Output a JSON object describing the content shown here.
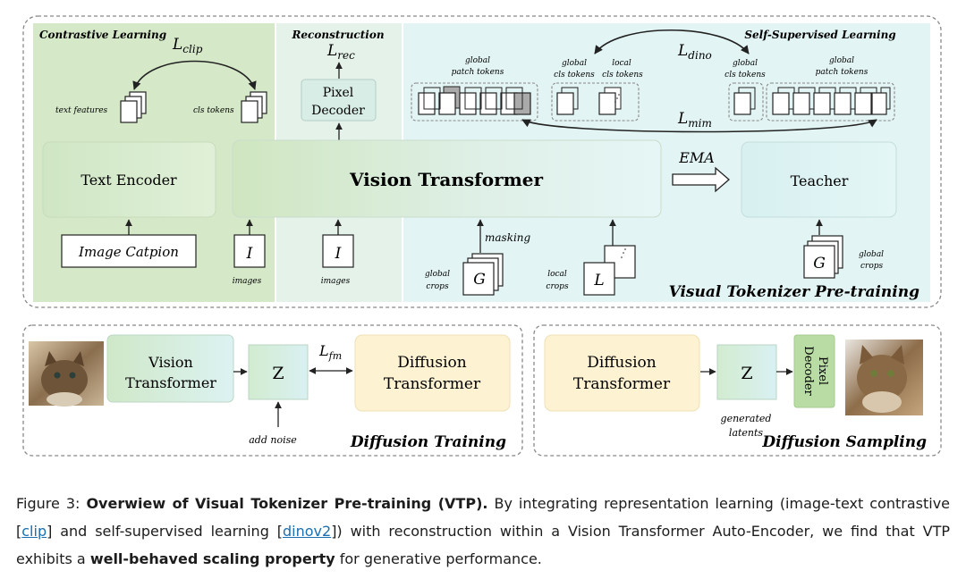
{
  "top_panel": {
    "contrastive": {
      "title": "Contrastive Learning",
      "loss_main": "L",
      "loss_sub": "clip",
      "text_features": "text features",
      "cls_tokens": "cls tokens",
      "text_encoder": "Text Encoder",
      "image_caption": "Image Catpion",
      "images_label": "images",
      "image_symbol": "I"
    },
    "reconstruction": {
      "title": "Reconstruction",
      "loss_main": "L",
      "loss_sub": "rec",
      "pixel_decoder_line1": "Pixel",
      "pixel_decoder_line2": "Decoder",
      "images_label": "images",
      "image_symbol": "I"
    },
    "ssl": {
      "title": "Self-Supervised Learning",
      "global_patch_line1": "global",
      "global_patch_line2": "patch tokens",
      "global_cls_line1": "global",
      "global_cls_line2": "cls tokens",
      "local_cls_line1": "local",
      "local_cls_line2": "cls tokens",
      "dino_main": "L",
      "dino_sub": "dino",
      "mim_main": "L",
      "mim_sub": "mim",
      "teacher_cls_line1": "global",
      "teacher_cls_line2": "cls tokens",
      "teacher_patch_line1": "global",
      "teacher_patch_line2": "patch tokens",
      "masking": "masking",
      "global_crops_line1": "global",
      "global_crops_line2": "crops",
      "local_crops_line1": "local",
      "local_crops_line2": "crops",
      "g_symbol": "G",
      "l_symbol": "L",
      "ema": "EMA",
      "teacher": "Teacher",
      "teacher_crops_line1": "global",
      "teacher_crops_line2": "crops",
      "panel_title": "Visual Tokenizer Pre-training"
    },
    "vision_transformer": "Vision Transformer"
  },
  "diffusion_training": {
    "vit_line1": "Vision",
    "vit_line2": "Transformer",
    "z": "Z",
    "lfm_main": "L",
    "lfm_sub": "fm",
    "dit_line1": "Diffusion",
    "dit_line2": "Transformer",
    "add_noise": "add noise",
    "title": "Diffusion Training"
  },
  "diffusion_sampling": {
    "dit_line1": "Diffusion",
    "dit_line2": "Transformer",
    "z": "Z",
    "generated_line1": "generated",
    "generated_line2": "latents",
    "decoder_line1": "Pixel",
    "decoder_line2": "Decoder",
    "title": "Diffusion Sampling"
  },
  "caption": {
    "prefix": "Figure 3: ",
    "bold_title": "Overwiew of Visual Tokenizer Pre-training (VTP).",
    "part1": " By integrating representation learning (image-text contrastive [",
    "link_clip": "clip",
    "part2": "] and self-supervised learning  [",
    "link_dino": "dinov2",
    "part3": "]) with reconstruction within a Vision Transformer Auto-Encoder, we find that VTP exhibits a ",
    "bold_scaling": "well-behaved scaling property",
    "part4": " for generative performance."
  }
}
